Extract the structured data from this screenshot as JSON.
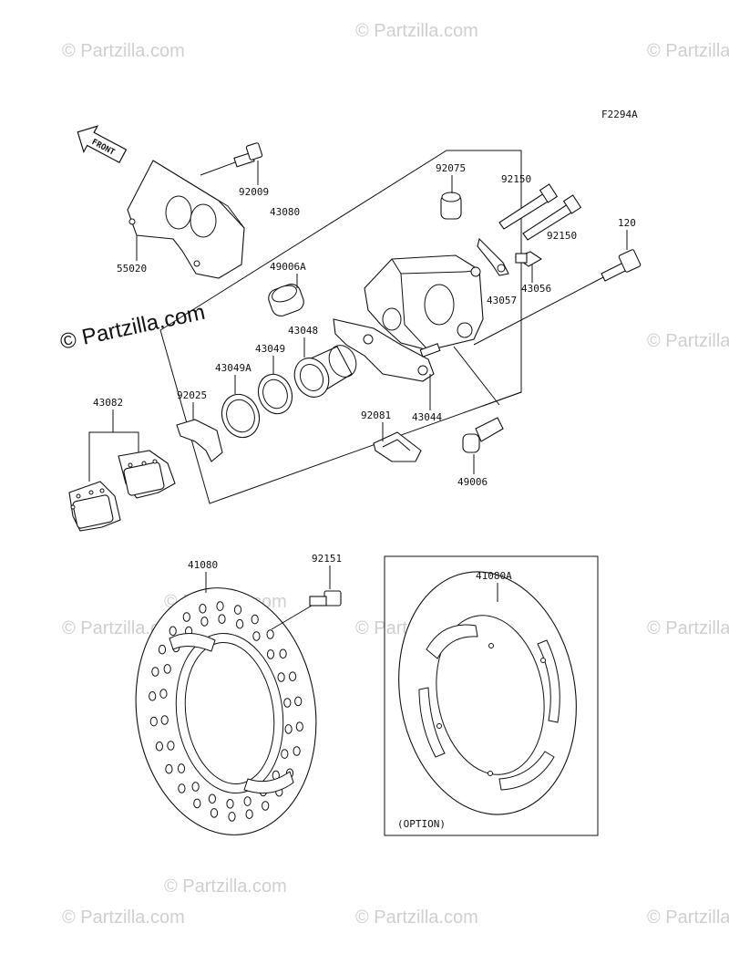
{
  "figure_code": "F2294A",
  "front_label": "FRONT",
  "option_label": "(OPTION)",
  "watermark": "© Partzilla.com",
  "parts": {
    "p92009": "92009",
    "p55020": "55020",
    "p43080": "43080",
    "p92075": "92075",
    "p92150a": "92150",
    "p92150b": "92150",
    "p120": "120",
    "p49006A": "49006A",
    "p43057": "43057",
    "p43056": "43056",
    "p43048": "43048",
    "p43049": "43049",
    "p43049A": "43049A",
    "p92025": "92025",
    "p43082": "43082",
    "p92081": "92081",
    "p43044": "43044",
    "p49006": "49006",
    "p41080": "41080",
    "p92151": "92151",
    "p41080A": "41080A"
  }
}
